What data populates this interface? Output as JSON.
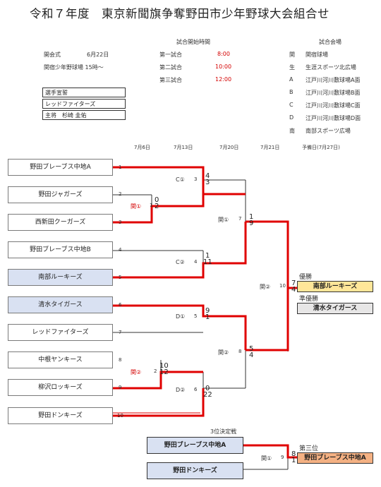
{
  "title": "令和７年度　東京新聞旗争奪野田市少年野球大会組合せ",
  "info": {
    "opening_label": "開会式",
    "opening_date": "6月22日",
    "opening_place": "関宿少年野球場 15時～",
    "pledge": "選手宣誓",
    "pledge_team": "レッドファイターズ",
    "pledge_captain": "主将　杉崎 圭佑"
  },
  "schedule": {
    "header": "試合開始時間",
    "rows": [
      {
        "label": "第一試合",
        "time": "8:00"
      },
      {
        "label": "第二試合",
        "time": "10:00"
      },
      {
        "label": "第三試合",
        "time": "12:00"
      }
    ]
  },
  "venues": {
    "header": "試合会場",
    "rows": [
      {
        "key": "関",
        "name": "関宿球場"
      },
      {
        "key": "生",
        "name": "生涯スポーツ北広場"
      },
      {
        "key": "A",
        "name": "江戸川河川敷球場A面"
      },
      {
        "key": "B",
        "name": "江戸川河川敷球場B面"
      },
      {
        "key": "C",
        "name": "江戸川河川敷球場C面"
      },
      {
        "key": "D",
        "name": "江戸川河川敷球場D面"
      },
      {
        "key": "南",
        "name": "南部スポーツ広場"
      }
    ]
  },
  "dates": [
    "7月6日",
    "7月13日",
    "7月20日",
    "7月21日",
    "予備日(7月27日)"
  ],
  "teams": [
    {
      "no": "1",
      "name": "野田ブレーブス中地A"
    },
    {
      "no": "2",
      "name": "野田ジャガーズ"
    },
    {
      "no": "3",
      "name": "西新田クーガーズ"
    },
    {
      "no": "4",
      "name": "野田ブレーブス中地B"
    },
    {
      "no": "5",
      "name": "南部ルーキーズ"
    },
    {
      "no": "6",
      "name": "清水タイガース"
    },
    {
      "no": "7",
      "name": "レッドファイターズ"
    },
    {
      "no": "8",
      "name": "中根ヤンキース"
    },
    {
      "no": "9",
      "name": "柳沢ロッキーズ"
    },
    {
      "no": "10",
      "name": "野田ドンキーズ"
    }
  ],
  "matches": {
    "m1": {
      "venue": "関①",
      "no": "1",
      "s_top": "0",
      "s_bot": "2"
    },
    "m2": {
      "venue": "関②",
      "no": "2",
      "s_top": "10",
      "s_bot": "12"
    },
    "m3": {
      "venue": "C①",
      "no": "3",
      "s_top": "4",
      "s_bot": "3"
    },
    "m4": {
      "venue": "C②",
      "no": "4",
      "s_top": "1",
      "s_bot": "11"
    },
    "m5": {
      "venue": "D①",
      "no": "5",
      "s_top": "9",
      "s_bot": "1"
    },
    "m6": {
      "venue": "D②",
      "no": "6",
      "s_top": "0",
      "s_bot": "22"
    },
    "m7": {
      "venue": "関①",
      "no": "7",
      "s_top": "1",
      "s_bot": "9"
    },
    "m8": {
      "venue": "関②",
      "no": "8",
      "s_top": "5",
      "s_bot": "4"
    },
    "m10": {
      "venue": "関②",
      "no": "10",
      "s_top": "7",
      "s_bot": "4"
    }
  },
  "results": {
    "winner_label": "優勝",
    "winner": "南部ルーキーズ",
    "runnerup_label": "準優勝",
    "runnerup": "清水タイガース"
  },
  "third_place": {
    "header": "3位決定戦",
    "team_a": "野田ブレーブス中地A",
    "team_b": "野田ドンキーズ",
    "venue": "関①",
    "no": "9",
    "s_top": "8",
    "s_bot": "1",
    "label": "第三位",
    "winner": "野田ブレーブス中地A"
  },
  "colors": {
    "win_line": "#e00000",
    "line": "#333333",
    "winner_fill": "#ffe699",
    "runnerup_fill": "#e7e6e6",
    "third_fill": "#f4b183",
    "team_blue": "#d9e1f2"
  }
}
